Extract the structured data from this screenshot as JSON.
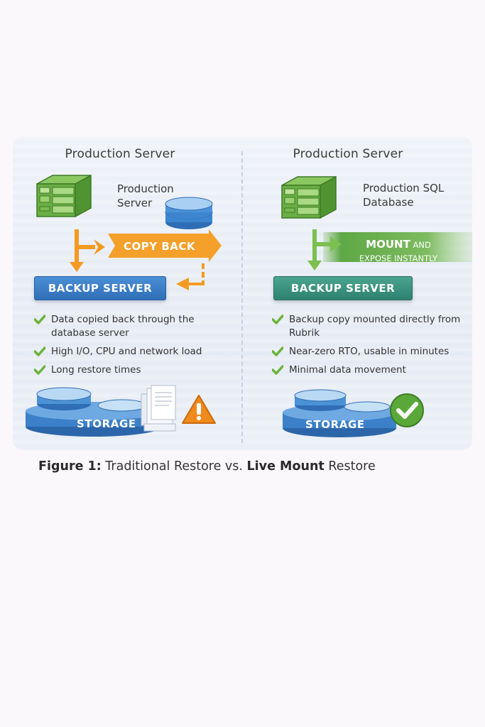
{
  "left": {
    "title": "Production Server",
    "server_label": [
      "Production",
      "Server"
    ],
    "flow_label": "COPY BACK",
    "backup_label": "BACKUP SERVER",
    "bullets": [
      "Data copied back through the database server",
      "High I/O, CPU and network load",
      "Long restore times"
    ],
    "storage_label": "STORAGE",
    "status_icon": "warning-icon"
  },
  "right": {
    "title": "Production Server",
    "server_label": [
      "Production SQL",
      "Database"
    ],
    "flow_label_main": "MOUNT",
    "flow_label_and": " AND",
    "flow_label_sub": "EXPOSE INSTANTLY",
    "backup_label": "BACKUP SERVER",
    "bullets": [
      "Backup copy mounted directly from Rubrik",
      "Near-zero RTO, usable in minutes",
      "Minimal data movement"
    ],
    "storage_label": "STORAGE",
    "status_icon": "success-check-icon"
  },
  "caption": {
    "figure": "Figure 1:",
    "text1": " Traditional Restore vs. ",
    "bold2": "Live Mount",
    "text2": " Restore"
  },
  "colors": {
    "server_green": "#5a9a3c",
    "db_blue": "#3d86cf",
    "copy_back_orange": "#f39a22",
    "mount_green": "#6ab04c",
    "backup_blue": "#3779c4",
    "backup_teal": "#3b917c",
    "check_green": "#6bb33b",
    "warning_orange": "#f08a1c"
  }
}
